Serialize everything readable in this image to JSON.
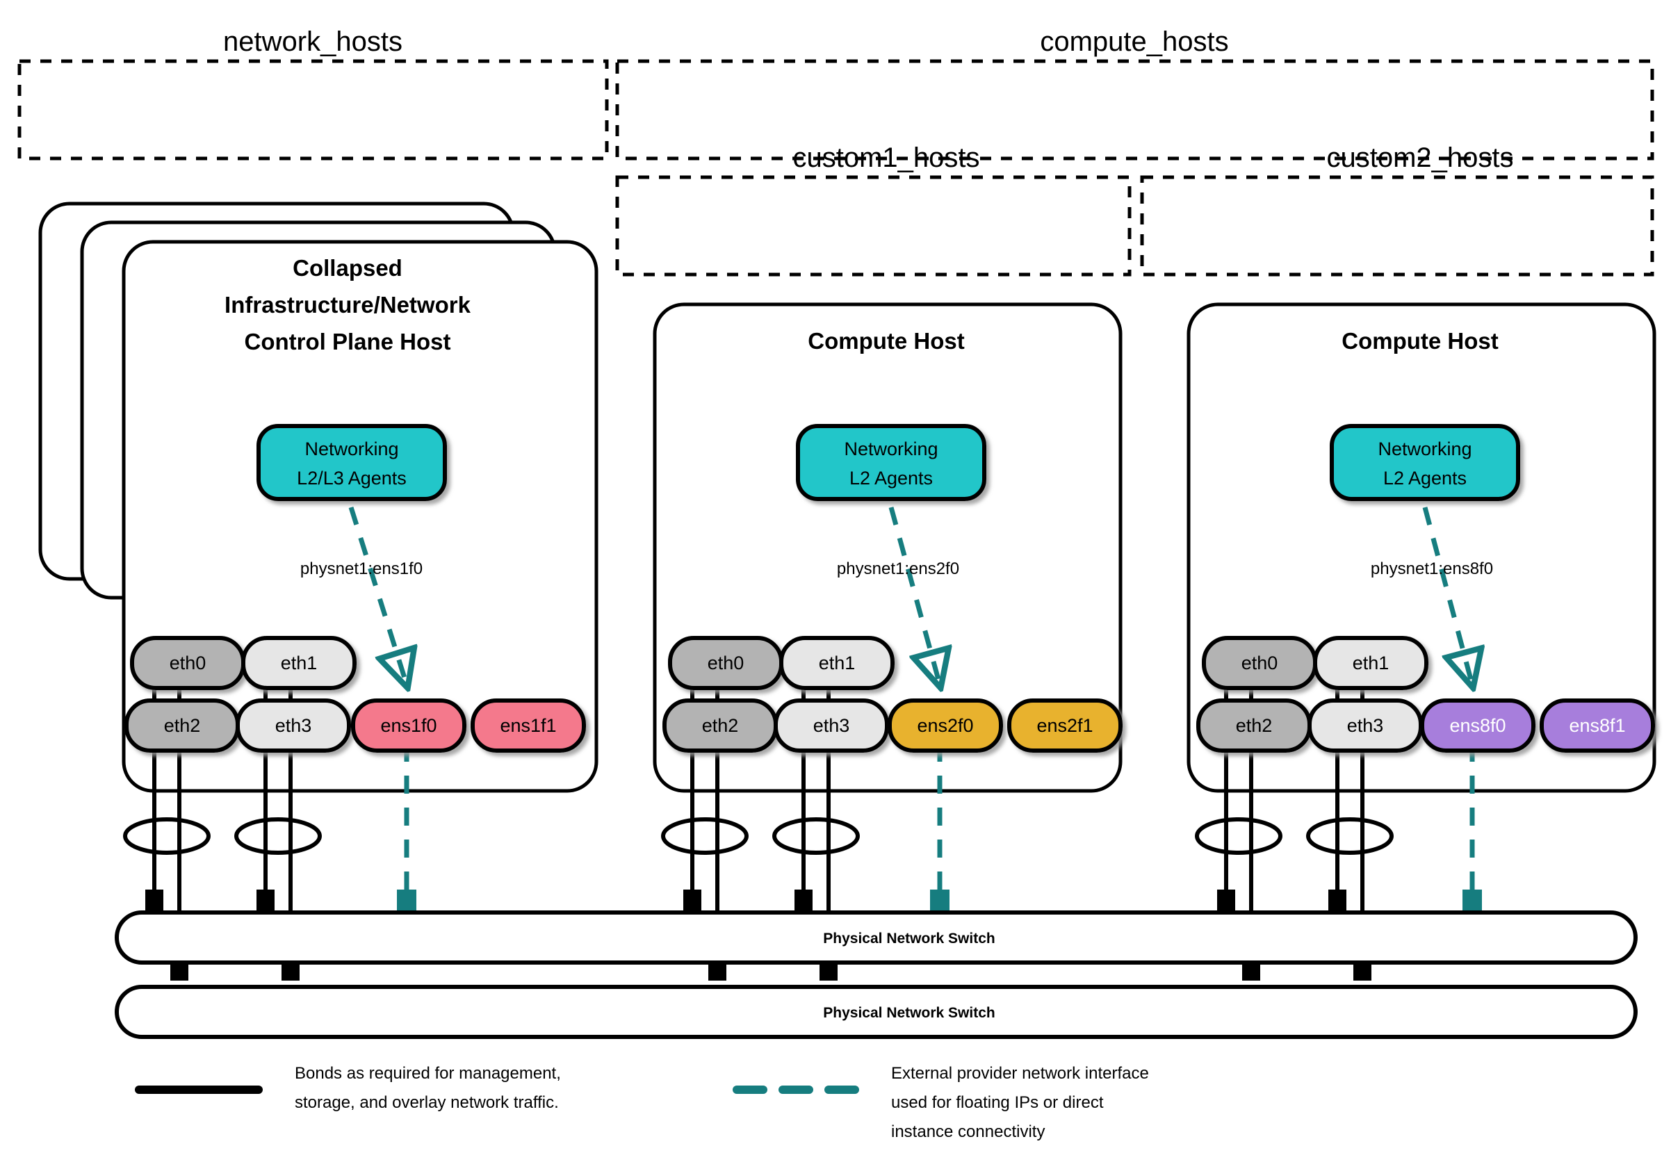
{
  "groups": [
    {
      "name": "network-hosts-group",
      "label": "network_hosts"
    },
    {
      "name": "compute-hosts-group",
      "label": "compute_hosts"
    },
    {
      "name": "custom1-hosts-group",
      "label": "custom1_hosts"
    },
    {
      "name": "custom2-hosts-group",
      "label": "custom2_hosts"
    }
  ],
  "hosts": [
    {
      "id": "collapsed-control-plane-host",
      "title_lines": [
        "Collapsed",
        "Infrastructure/Network",
        "Control Plane Host"
      ],
      "stacked": true,
      "agent": {
        "lines": [
          "Networking",
          "L2/L3 Agents"
        ],
        "color": "#23C6C9"
      },
      "physnet_label": "physnet1:ens1f0",
      "nics_top": [
        {
          "label": "eth0",
          "color": "#B3B3B3",
          "text_color": "#000000"
        },
        {
          "label": "eth1",
          "color": "#E6E6E6",
          "text_color": "#000000"
        }
      ],
      "nics_bottom": [
        {
          "label": "eth2",
          "color": "#B3B3B3",
          "text_color": "#000000"
        },
        {
          "label": "eth3",
          "color": "#E6E6E6",
          "text_color": "#000000"
        },
        {
          "label": "ens1f0",
          "color": "#F4798C",
          "text_color": "#000000"
        },
        {
          "label": "ens1f1",
          "color": "#F4798C",
          "text_color": "#000000"
        }
      ]
    },
    {
      "id": "compute-host-1",
      "title_lines": [
        "Compute Host"
      ],
      "stacked": false,
      "agent": {
        "lines": [
          "Networking",
          "L2 Agents"
        ],
        "color": "#23C6C9"
      },
      "physnet_label": "physnet1:ens2f0",
      "nics_top": [
        {
          "label": "eth0",
          "color": "#B3B3B3",
          "text_color": "#000000"
        },
        {
          "label": "eth1",
          "color": "#E6E6E6",
          "text_color": "#000000"
        }
      ],
      "nics_bottom": [
        {
          "label": "eth2",
          "color": "#B3B3B3",
          "text_color": "#000000"
        },
        {
          "label": "eth3",
          "color": "#E6E6E6",
          "text_color": "#000000"
        },
        {
          "label": "ens2f0",
          "color": "#E8B22E",
          "text_color": "#000000"
        },
        {
          "label": "ens2f1",
          "color": "#E8B22E",
          "text_color": "#000000"
        }
      ]
    },
    {
      "id": "compute-host-2",
      "title_lines": [
        "Compute Host"
      ],
      "stacked": false,
      "agent": {
        "lines": [
          "Networking",
          "L2 Agents"
        ],
        "color": "#23C6C9"
      },
      "physnet_label": "physnet1:ens8f0",
      "nics_top": [
        {
          "label": "eth0",
          "color": "#B3B3B3",
          "text_color": "#000000"
        },
        {
          "label": "eth1",
          "color": "#E6E6E6",
          "text_color": "#000000"
        }
      ],
      "nics_bottom": [
        {
          "label": "eth2",
          "color": "#B3B3B3",
          "text_color": "#000000"
        },
        {
          "label": "eth3",
          "color": "#E6E6E6",
          "text_color": "#000000"
        },
        {
          "label": "ens8f0",
          "color": "#A77EDC",
          "text_color": "#FFFFFF"
        },
        {
          "label": "ens8f1",
          "color": "#A77EDC",
          "text_color": "#FFFFFF"
        }
      ]
    }
  ],
  "switches": [
    {
      "name": "physical-network-switch-top",
      "label": "Physical Network Switch"
    },
    {
      "name": "physical-network-switch-bottom",
      "label": "Physical Network Switch"
    }
  ],
  "legend": [
    {
      "name": "legend-bonds",
      "style": "solid",
      "color": "#000000",
      "lines": [
        "Bonds as required for management,",
        "storage, and overlay network traffic."
      ]
    },
    {
      "name": "legend-external-provider",
      "style": "dashed",
      "color": "#167D7F",
      "lines": [
        "External provider network interface",
        "used for floating IPs or direct",
        "instance connectivity"
      ]
    }
  ],
  "colors": {
    "agent_cyan": "#23C6C9",
    "provider_teal": "#167D7F",
    "nic_dark_gray": "#B3B3B3",
    "nic_light_gray": "#E6E6E6",
    "nic_pink": "#F4798C",
    "nic_gold": "#E8B22E",
    "nic_purple": "#A77EDC",
    "outline": "#000000"
  }
}
